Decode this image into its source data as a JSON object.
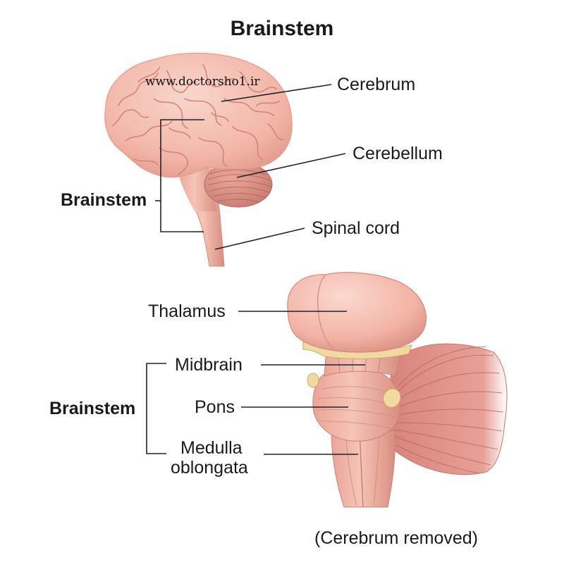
{
  "title": "Brainstem",
  "watermark": "www.doctorsho1.ir",
  "top_view": {
    "labels": {
      "cerebrum": "Cerebrum",
      "cerebellum": "Cerebellum",
      "spinal_cord": "Spinal cord",
      "brainstem": "Brainstem"
    }
  },
  "bottom_view": {
    "labels": {
      "thalamus": "Thalamus",
      "midbrain": "Midbrain",
      "pons": "Pons",
      "medulla_line1": "Medulla",
      "medulla_line2": "oblongata",
      "brainstem": "Brainstem"
    },
    "caption": "(Cerebrum removed)"
  },
  "colors": {
    "tissue_light": "#f6c6bb",
    "tissue_mid": "#eea597",
    "tissue_dark": "#b86a64",
    "nerve_yellow": "#f1d9a0",
    "text": "#1a1a1a"
  }
}
